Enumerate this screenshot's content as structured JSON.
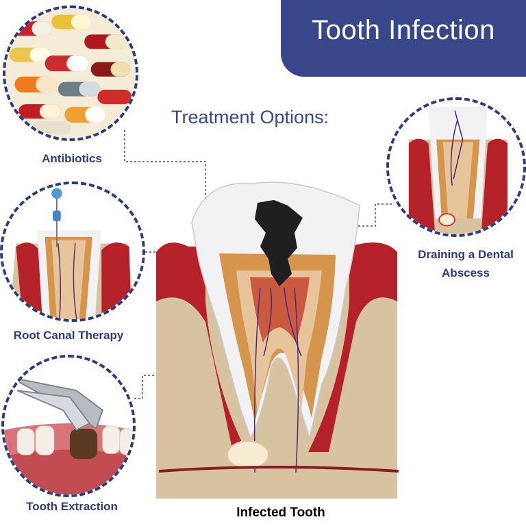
{
  "header": {
    "title": "Tooth Infection"
  },
  "subtitle": "Treatment Options:",
  "treatments": [
    {
      "label": "Antibiotics"
    },
    {
      "label": "Root Canal Therapy"
    },
    {
      "label": "Tooth Extraction"
    },
    {
      "label_line1": "Draining a Dental",
      "label_line2": "Abscess"
    }
  ],
  "main_caption": "Infected Tooth",
  "colors": {
    "accent": "#38478a",
    "gum": "#b3222a",
    "bone": "#d9c4a2",
    "enamel": "#e9e9ec",
    "dentin": "#d99a52"
  }
}
